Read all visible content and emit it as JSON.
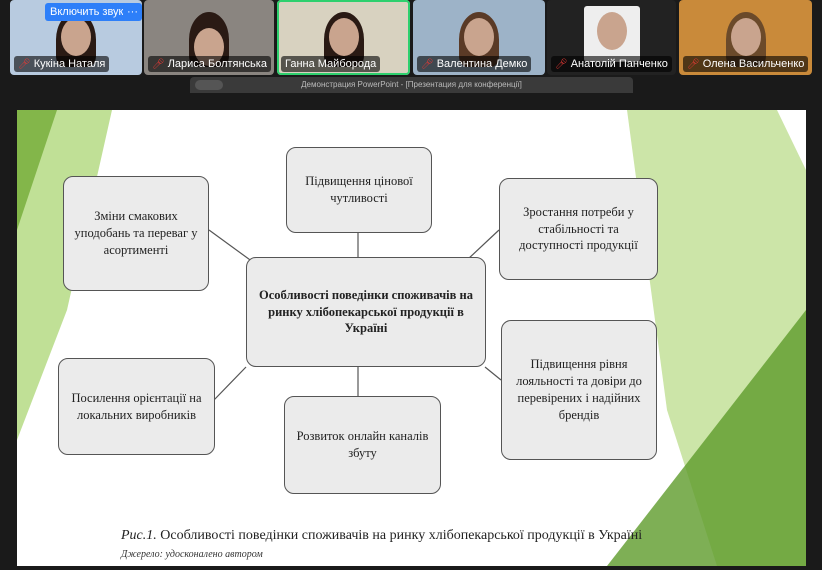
{
  "participants": [
    {
      "name": "Кукіна Наталя",
      "muted": true
    },
    {
      "name": "Лариса Болтянська",
      "muted": true
    },
    {
      "name": "Ганна Майборода",
      "muted": false,
      "active": true
    },
    {
      "name": "Валентина Демко",
      "muted": true
    },
    {
      "name": "Анатолій Панченко",
      "muted": true
    },
    {
      "name": "Олена Васильченко",
      "muted": true
    }
  ],
  "unmute_label": "Включить звук",
  "more_label": "···",
  "share_title": "Демонстрация PowerPoint - [Презентация для конференції]",
  "slide": {
    "center": "Особливості поведінки споживачів на ринку хлібопекарської продукції в Україні",
    "nodes": [
      "Підвищення цінової чутливості",
      "Зміни смакових уподобань та переваг у асортименті",
      "Зростання потреби у стабільності та доступності продукції",
      "Посилення орієнтації на локальних виробників",
      "Підвищення рівня лояльності та довіри до перевірених і надійних брендів",
      "Розвиток онлайн каналів збуту"
    ],
    "caption_prefix": "Рис.1.",
    "caption": "Особливості поведінки споживачів на ринку хлібопекарської продукції в Україні",
    "source": "Джерело: удосконалено автором"
  },
  "colors": {
    "active": "#2ed06e",
    "accent": "#2d7ff9",
    "green": "#8dc63f"
  }
}
